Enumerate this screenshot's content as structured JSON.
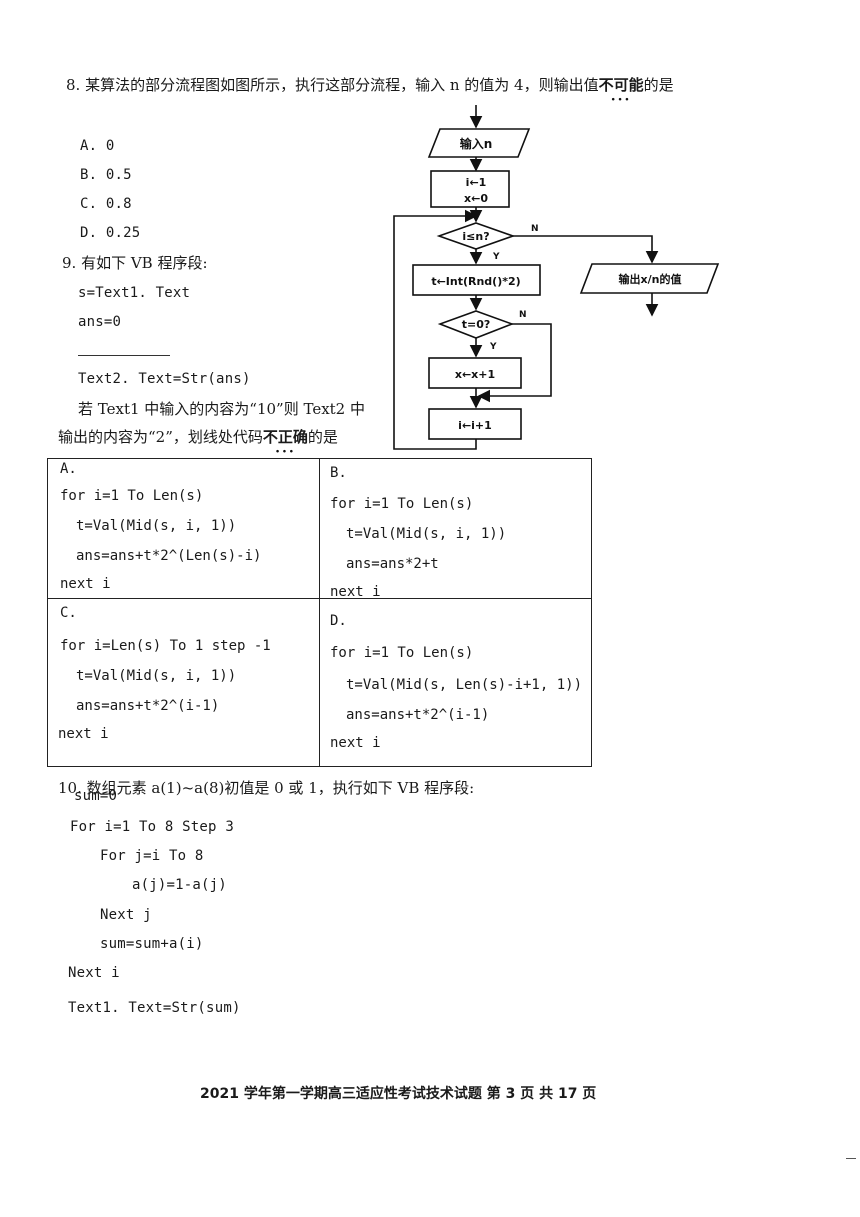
{
  "q8": {
    "stem_pre": "8. 某算法的部分流程图如图所示，执行这部分流程，输入 n 的值为 4，则输出值",
    "stem_em": "不可能",
    "stem_post": "的是",
    "options": [
      "A.  0",
      "B. 0.5",
      "C. 0.8",
      "D. 0.25"
    ]
  },
  "flowchart": {
    "input": "输入n",
    "init1": "i←1",
    "init2": "x←0",
    "cond1": "i≤n?",
    "yes": "Y",
    "no": "N",
    "rnd": "t←Int(Rnd()*2)",
    "cond2": "t=0?",
    "incx": "x←x+1",
    "inci": "i←i+1",
    "output": "输出x/n的值"
  },
  "q9": {
    "stem": "9. 有如下 VB 程序段:",
    "code": [
      "s=Text1. Text",
      "ans=0",
      "Text2. Text=Str(ans)"
    ],
    "desc1": "若 Text1 中输入的内容为“10”则 Text2 中",
    "desc2_pre": "输出的内容为“2”，划线处代码",
    "desc2_em": "不正确",
    "desc2_post": "的是",
    "options": {
      "A": {
        "label": "A.",
        "lines": [
          "for i=1 To Len(s)",
          "t=Val(Mid(s, i, 1))",
          "ans=ans+t*2^(Len(s)-i)",
          "next i"
        ]
      },
      "B": {
        "label": "B.",
        "lines": [
          "for i=1 To Len(s)",
          "t=Val(Mid(s, i, 1))",
          "ans=ans*2+t",
          "next i"
        ]
      },
      "C": {
        "label": "C.",
        "lines": [
          "for i=Len(s) To 1 step -1",
          "t=Val(Mid(s, i, 1))",
          "ans=ans+t*2^(i-1)",
          "next i"
        ]
      },
      "D": {
        "label": "D.",
        "lines": [
          "for i=1 To Len(s)",
          "t=Val(Mid(s, Len(s)-i+1, 1))",
          "ans=ans+t*2^(i-1)",
          "next i"
        ]
      }
    }
  },
  "q10": {
    "stem": "10. 数组元素 a(1)~a(8)初值是 0 或 1，执行如下 VB 程序段:",
    "code": [
      "sum=0",
      "For i=1 To 8 Step 3",
      "For j=i To 8",
      "a(j)=1-a(j)",
      "Next j",
      "sum=sum+a(i)",
      "Next i",
      "Text1. Text=Str(sum)"
    ]
  },
  "footer": "2021 学年第一学期高三适应性考试技术试题   第 3 页   共 17 页"
}
